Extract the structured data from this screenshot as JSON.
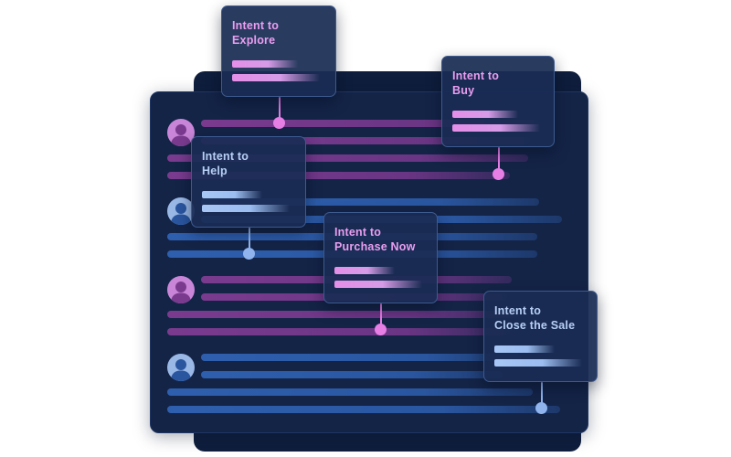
{
  "cards": {
    "explore": {
      "title": "Intent to\nExplore"
    },
    "buy": {
      "title": "Intent to\nBuy"
    },
    "help": {
      "title": "Intent to\nHelp"
    },
    "purchase_now": {
      "title": "Intent to\nPurchase Now"
    },
    "close_sale": {
      "title": "Intent to\nClose the Sale"
    }
  },
  "colors": {
    "panel": "#142447",
    "panel_back": "#0f1e3d",
    "pink_accent": "#e67ee6",
    "blue_accent": "#8fb4ee",
    "purple_line": "#7a3b8f",
    "blue_line": "#2e5fae"
  },
  "icons": {
    "avatar": "person-silhouette-icon"
  }
}
